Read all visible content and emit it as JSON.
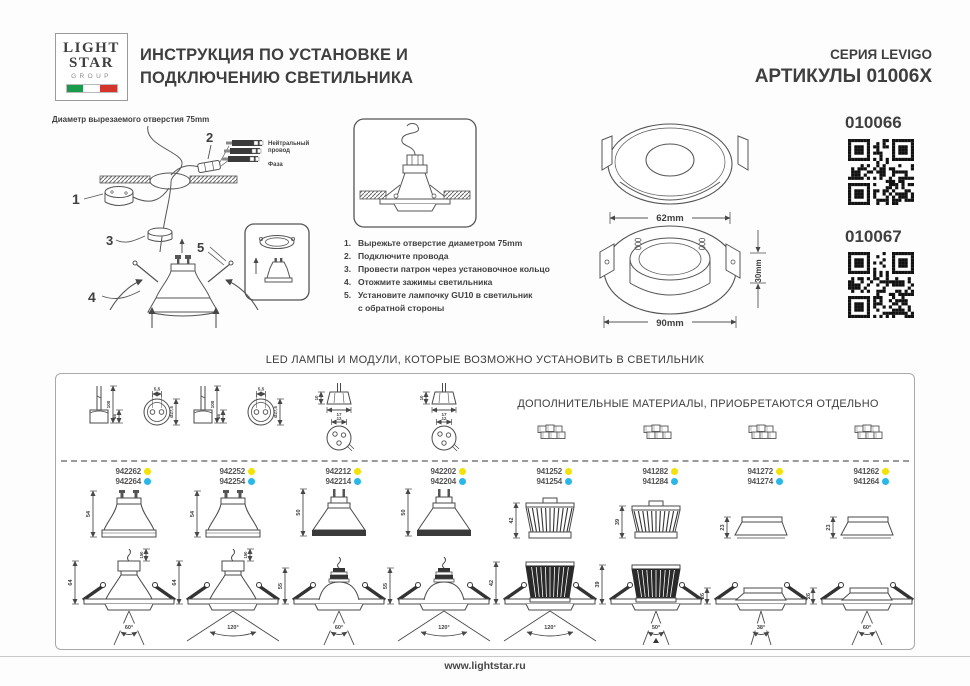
{
  "header": {
    "logo_line1": "LIGHT",
    "logo_line2": "STAR",
    "logo_line3": "GROUP",
    "title_line1": "ИНСТРУКЦИЯ ПО УСТАНОВКЕ И",
    "title_line2": "ПОДКЛЮЧЕНИЮ СВЕТИЛЬНИКА",
    "series": "СЕРИЯ LEVIGO",
    "articles": "АРТИКУЛЫ 01006X"
  },
  "install_diagram": {
    "hole_note": "Диаметр вырезаемого отверстия 75mm",
    "callouts": [
      "1",
      "2",
      "3",
      "4",
      "5"
    ],
    "neutral_line1": "Нейтральный",
    "neutral_line2": "провод",
    "phase": "Фаза"
  },
  "steps": [
    {
      "num": "1.",
      "text": "Вырежьте отверстие диаметром 75mm"
    },
    {
      "num": "2.",
      "text": "Подключите провода"
    },
    {
      "num": "3.",
      "text": "Провести патрон через установочное кольцо"
    },
    {
      "num": "4.",
      "text": "Отожмите зажимы светильника"
    },
    {
      "num": "5.",
      "text": "Установите лампочку GU10 в светильник"
    },
    {
      "num": "",
      "text": "с обратной стороны"
    }
  ],
  "dimensions": {
    "top_width": "62mm",
    "ring_width": "90mm",
    "ring_height": "30mm"
  },
  "articles": [
    {
      "number": "010066"
    },
    {
      "number": "010067"
    }
  ],
  "lamp_table": {
    "led_title": "LED ЛАМПЫ И МОДУЛИ, КОТОРЫЕ ВОЗМОЖНО УСТАНОВИТЬ В СВЕТИЛЬНИК",
    "extras_title": "ДОПОЛНИТЕЛЬНЫЕ МАТЕРИАЛЫ, ПРИОБРЕТАЮТСЯ ОТДЕЛЬНО",
    "socket_gu10": {
      "pin_dim": "5,5",
      "dia": "Ø27,5",
      "length": "100",
      "base": "16"
    },
    "socket_mr16": {
      "height": "10",
      "width": "17",
      "inner": "12"
    },
    "columns": [
      {
        "type": "gu10",
        "code_a": "942262",
        "code_b": "942264",
        "lamp_h": "54",
        "inst_h": "64",
        "beam": "60°",
        "cable": "150"
      },
      {
        "type": "gu10",
        "code_a": "942252",
        "code_b": "942254",
        "lamp_h": "54",
        "inst_h": "64",
        "beam": "120°",
        "cable": "150"
      },
      {
        "type": "mr16",
        "code_a": "942212",
        "code_b": "942214",
        "lamp_h": "50",
        "inst_h": "55",
        "beam": "60°"
      },
      {
        "type": "mr16",
        "code_a": "942202",
        "code_b": "942204",
        "lamp_h": "50",
        "inst_h": "55",
        "beam": "120°"
      },
      {
        "type": "module",
        "code_a": "941252",
        "code_b": "941254",
        "lamp_h": "42",
        "inst_h": "42",
        "beam": "120°"
      },
      {
        "type": "module",
        "code_a": "941282",
        "code_b": "941284",
        "lamp_h": "39",
        "inst_h": "39",
        "beam": "50°"
      },
      {
        "type": "trim",
        "code_a": "941272",
        "code_b": "941274",
        "lamp_h": "23",
        "inst_h": "26",
        "beam": "38°"
      },
      {
        "type": "trim",
        "code_a": "941262",
        "code_b": "941264",
        "lamp_h": "23",
        "inst_h": "26",
        "beam": "60°"
      }
    ]
  },
  "footer": {
    "url": "www.lightstar.ru"
  },
  "colors": {
    "yellow": "#f2e205",
    "blue": "#29b7e8",
    "flag_green": "#1a9b4b",
    "flag_red": "#d3342b",
    "ink": "#3f3f3f"
  }
}
